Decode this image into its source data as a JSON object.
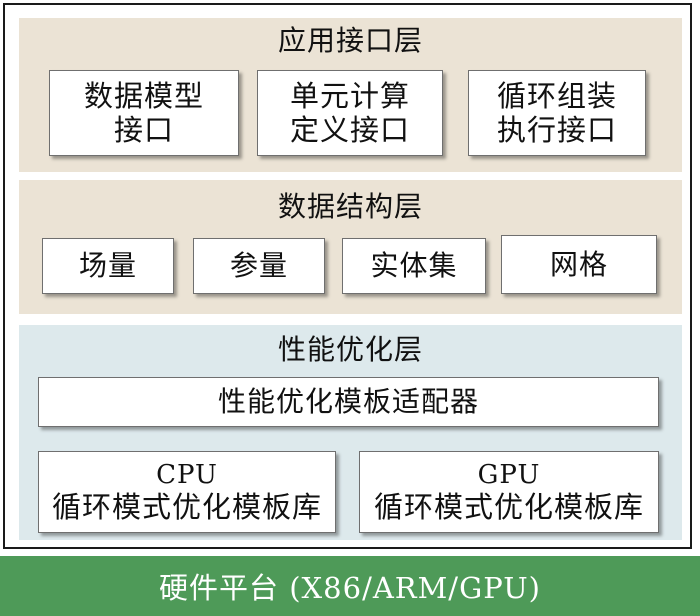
{
  "app_layer": {
    "title": "应用接口层",
    "boxes": [
      {
        "lines": [
          "数据模型",
          "接口"
        ]
      },
      {
        "lines": [
          "单元计算",
          "定义接口"
        ]
      },
      {
        "lines": [
          "循环组装",
          "执行接口"
        ]
      }
    ]
  },
  "data_layer": {
    "title": "数据结构层",
    "boxes": [
      "场量",
      "参量",
      "实体集",
      "网格"
    ]
  },
  "perf_layer": {
    "title": "性能优化层",
    "adapter": "性能优化模板适配器",
    "libs": [
      {
        "lines": [
          "CPU",
          "循环模式优化模板库"
        ]
      },
      {
        "lines": [
          "GPU",
          "循环模式优化模板库"
        ]
      }
    ]
  },
  "hardware": {
    "label": "硬件平台 (X86/ARM/GPU)"
  },
  "colors": {
    "layer_beige": "#ebe3d5",
    "layer_blue": "#dde9ec",
    "hardware_green": "#4e9a58"
  }
}
